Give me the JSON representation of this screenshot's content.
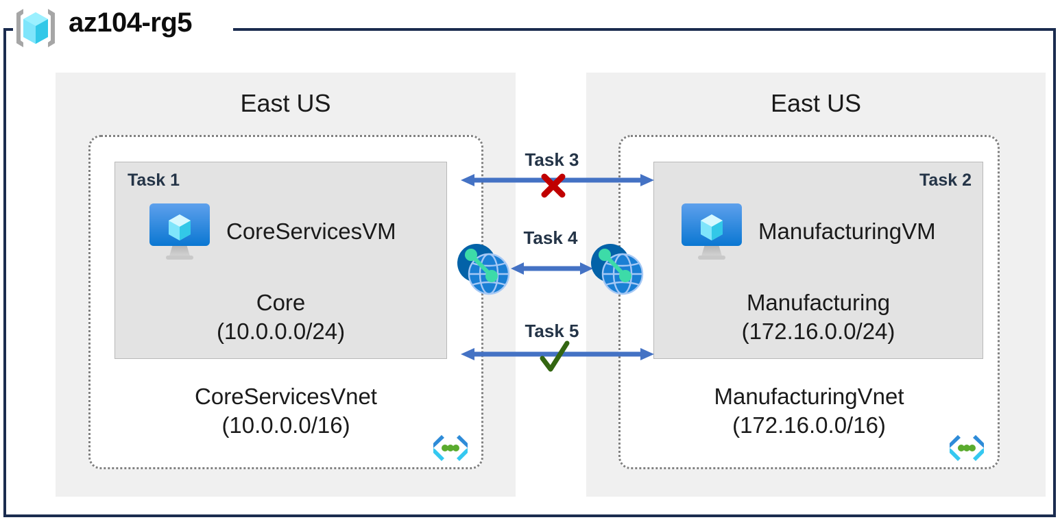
{
  "resource_group": {
    "name": "az104-rg5",
    "icon": "resource-group-cube-icon"
  },
  "regions": [
    {
      "id": "left",
      "label": "East US"
    },
    {
      "id": "right",
      "label": "East US"
    }
  ],
  "vnets": [
    {
      "id": "coreservices",
      "name": "CoreServicesVnet",
      "address_space": "(10.0.0.0/16)",
      "badge_icon": "virtual-network-icon",
      "subnet": {
        "task_tag": "Task 1",
        "task_align": "left",
        "name": "Core",
        "address_range": "(10.0.0.0/24)",
        "vm": {
          "name": "CoreServicesVM",
          "icon": "virtual-machine-icon"
        }
      }
    },
    {
      "id": "manufacturing",
      "name": "ManufacturingVnet",
      "address_space": "(172.16.0.0/16)",
      "badge_icon": "virtual-network-icon",
      "subnet": {
        "task_tag": "Task 2",
        "task_align": "right",
        "name": "Manufacturing",
        "address_range": "(172.16.0.0/24)",
        "vm": {
          "name": "ManufacturingVM",
          "icon": "virtual-machine-icon"
        }
      }
    }
  ],
  "connectors": [
    {
      "id": "task3",
      "label": "Task 3",
      "status": "blocked",
      "status_mark": "red-x-icon",
      "arrow": "double-headed-arrow-icon"
    },
    {
      "id": "task4",
      "label": "Task 4",
      "status": "peering",
      "status_mark": "none",
      "arrow": "double-headed-arrow-icon",
      "left_icon": "vnet-peering-icon",
      "right_icon": "vnet-peering-icon"
    },
    {
      "id": "task5",
      "label": "Task 5",
      "status": "allowed",
      "status_mark": "green-check-icon",
      "arrow": "double-headed-arrow-icon"
    }
  ],
  "colors": {
    "frame_navy": "#1b2c4f",
    "region_gray": "#f0f0f0",
    "subnet_gray": "#e3e3e3",
    "vnet_dash_gray": "#808080",
    "arrow_blue": "#4472c4",
    "azure_blue": "#0078d4",
    "cube_cyan": "#50e6ff",
    "error_red": "#c00000",
    "success_green": "#336611",
    "peering_green": "#3ddba8",
    "badge_green": "#5aab2e",
    "text_dark": "#1a1a1a",
    "label_navy": "#243447"
  }
}
